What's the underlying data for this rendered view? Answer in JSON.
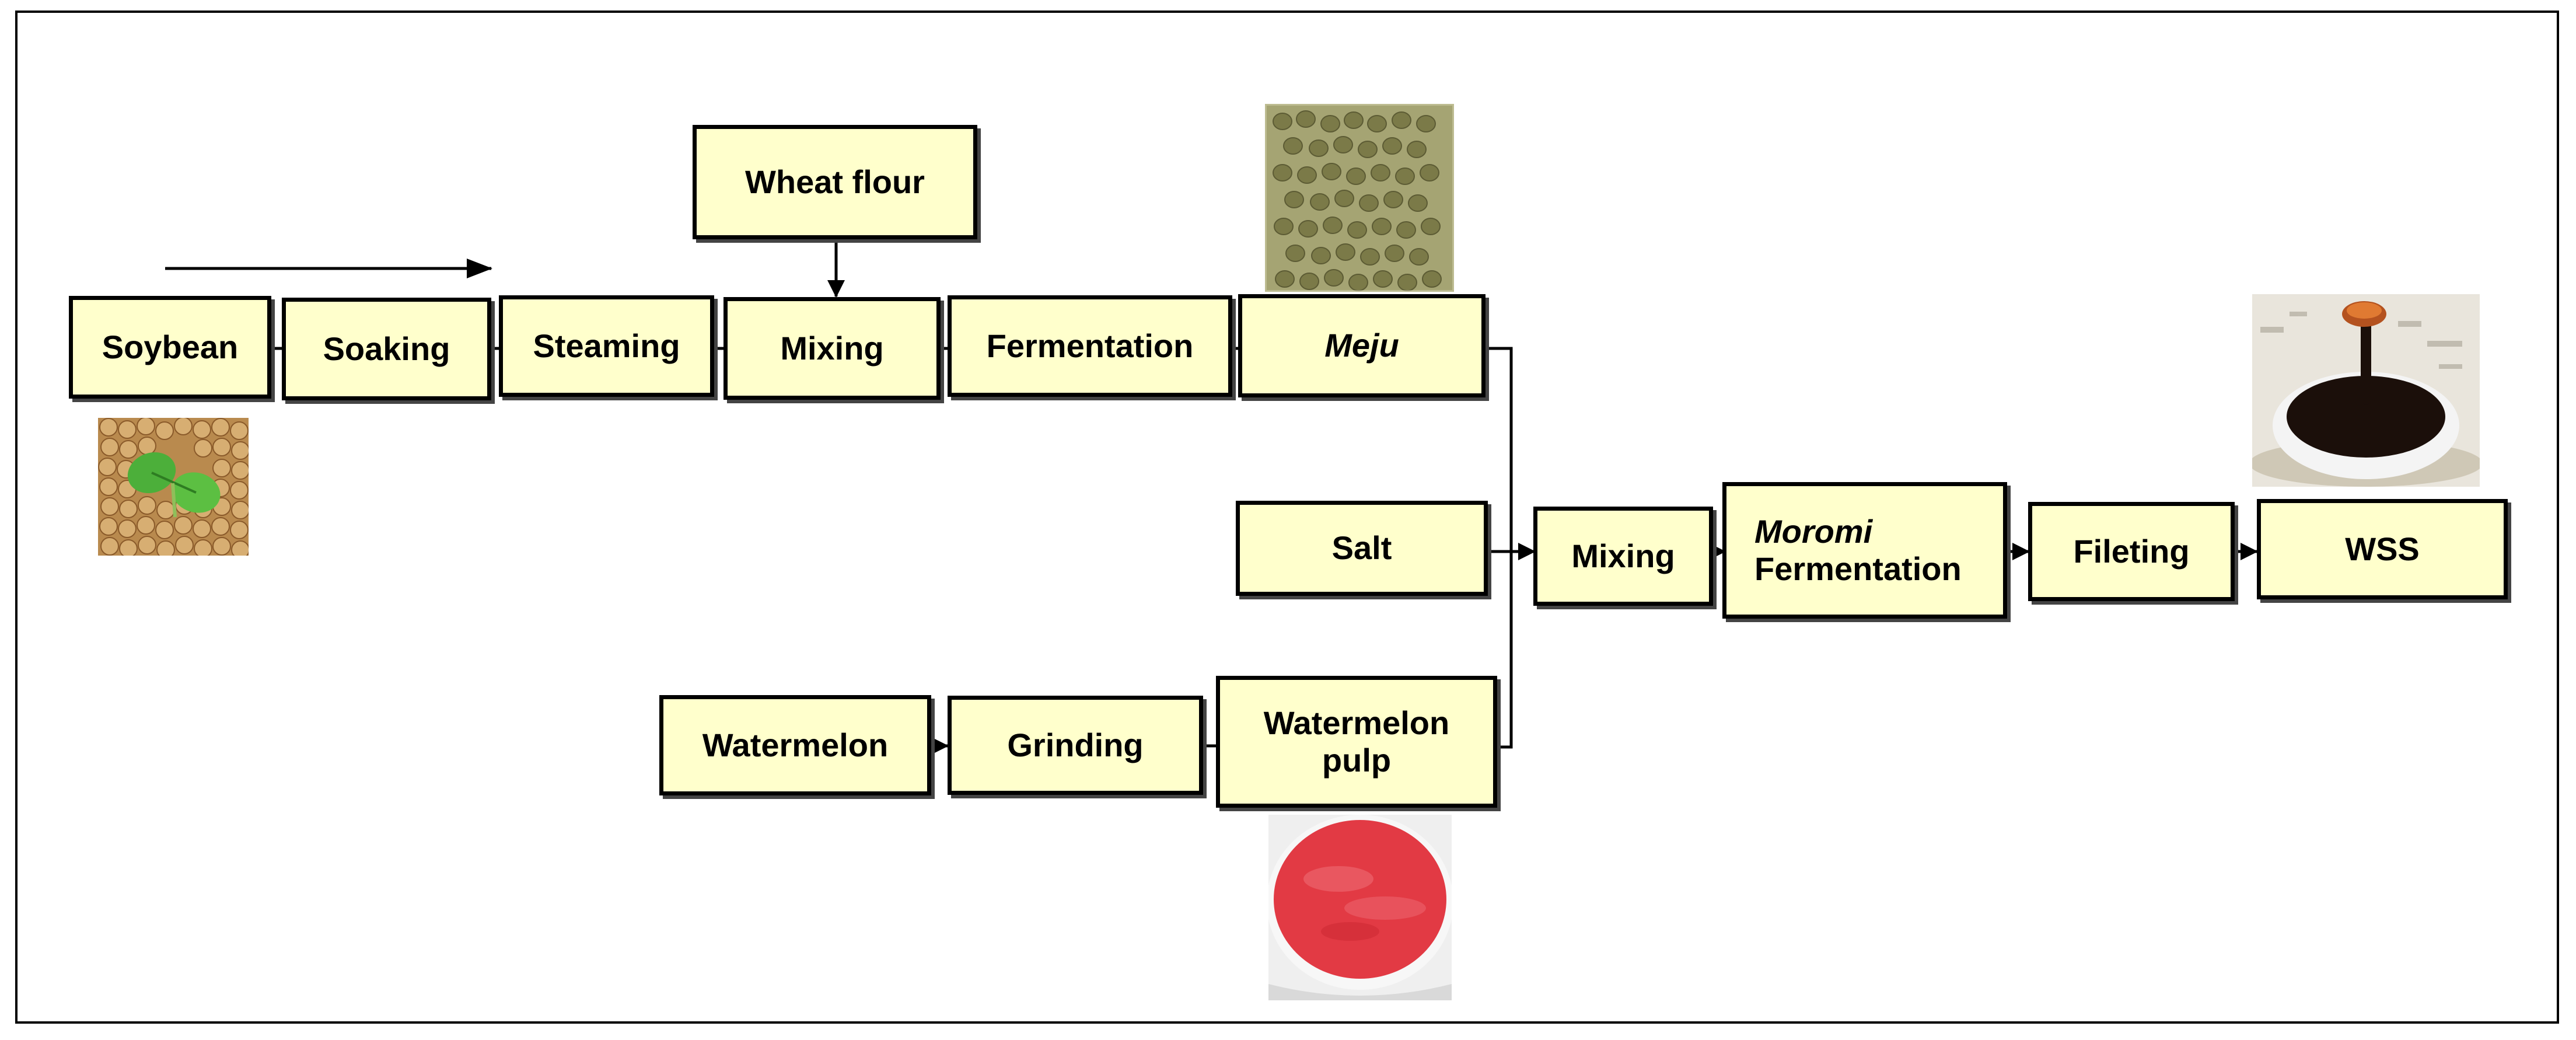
{
  "diagram": {
    "nodes": {
      "soybean": "Soybean",
      "soaking": "Soaking",
      "steaming": "Steaming",
      "wheat_flour": "Wheat flour",
      "mixing1": "Mixing",
      "fermentation": "Fermentation",
      "meju": "Meju",
      "salt": "Salt",
      "mixing2": "Mixing",
      "moromi_italic": "Moromi",
      "moromi_rest": "Fermentation",
      "fileting": "Fileting",
      "wss": "WSS",
      "watermelon": "Watermelon",
      "grinding": "Grinding",
      "watermelon_pulp_line1": "Watermelon",
      "watermelon_pulp_line2": "pulp"
    },
    "images": [
      "soybean-photo",
      "meju-photo",
      "watermelon-pulp-photo",
      "soy-sauce-photo"
    ]
  }
}
